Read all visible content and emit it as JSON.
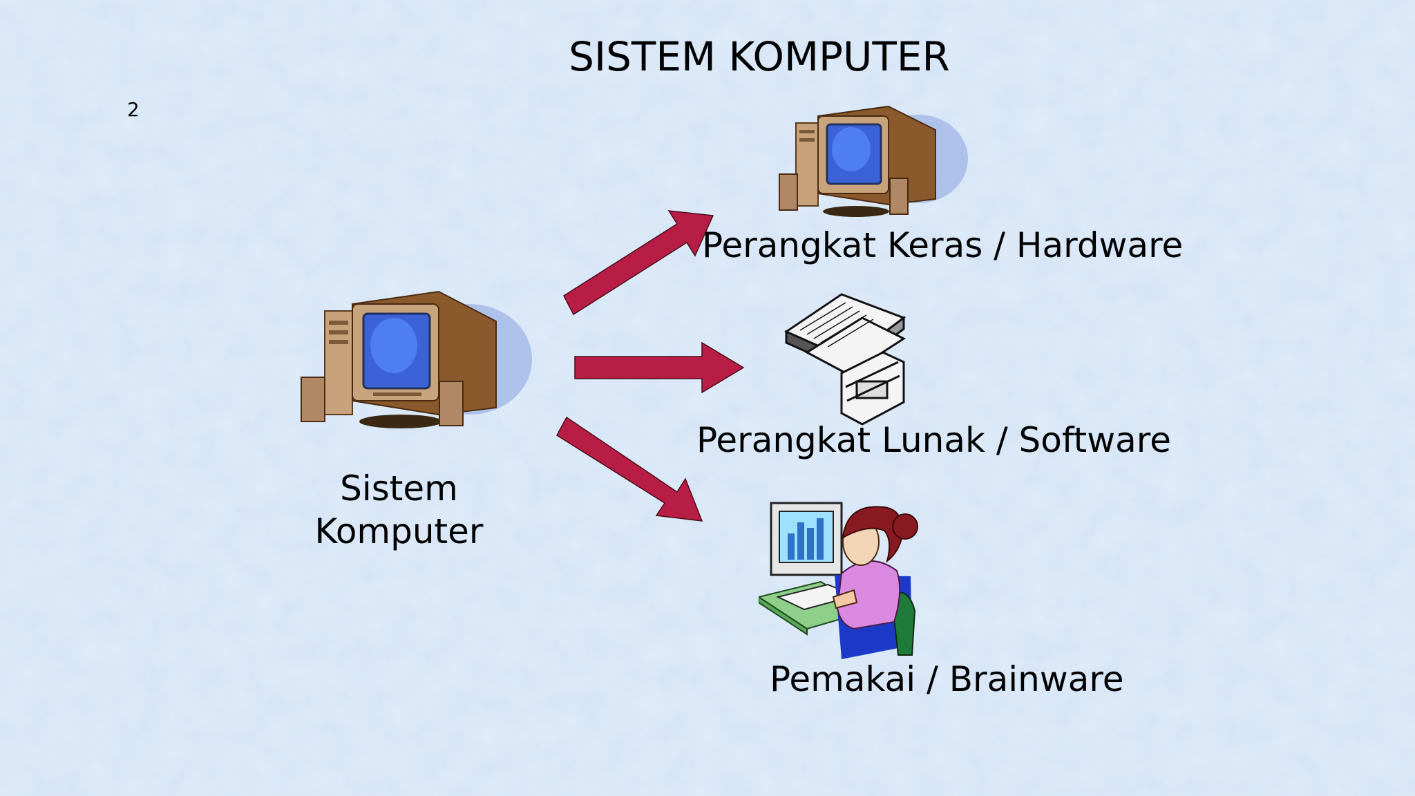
{
  "slide": {
    "title": "SISTEM KOMPUTER",
    "page_number": "2",
    "background_color": "#cfe0f4",
    "arrow_color": "#b81e45"
  },
  "diagram": {
    "source": {
      "label": "Sistem Komputer",
      "icon": "desktop-computer-icon"
    },
    "targets": [
      {
        "label": "Perangkat Keras / Hardware",
        "icon": "desktop-computer-icon"
      },
      {
        "label": "Perangkat Lunak / Software",
        "icon": "floppy-disks-icon"
      },
      {
        "label": "Pemakai / Brainware",
        "icon": "user-at-computer-icon"
      }
    ]
  }
}
